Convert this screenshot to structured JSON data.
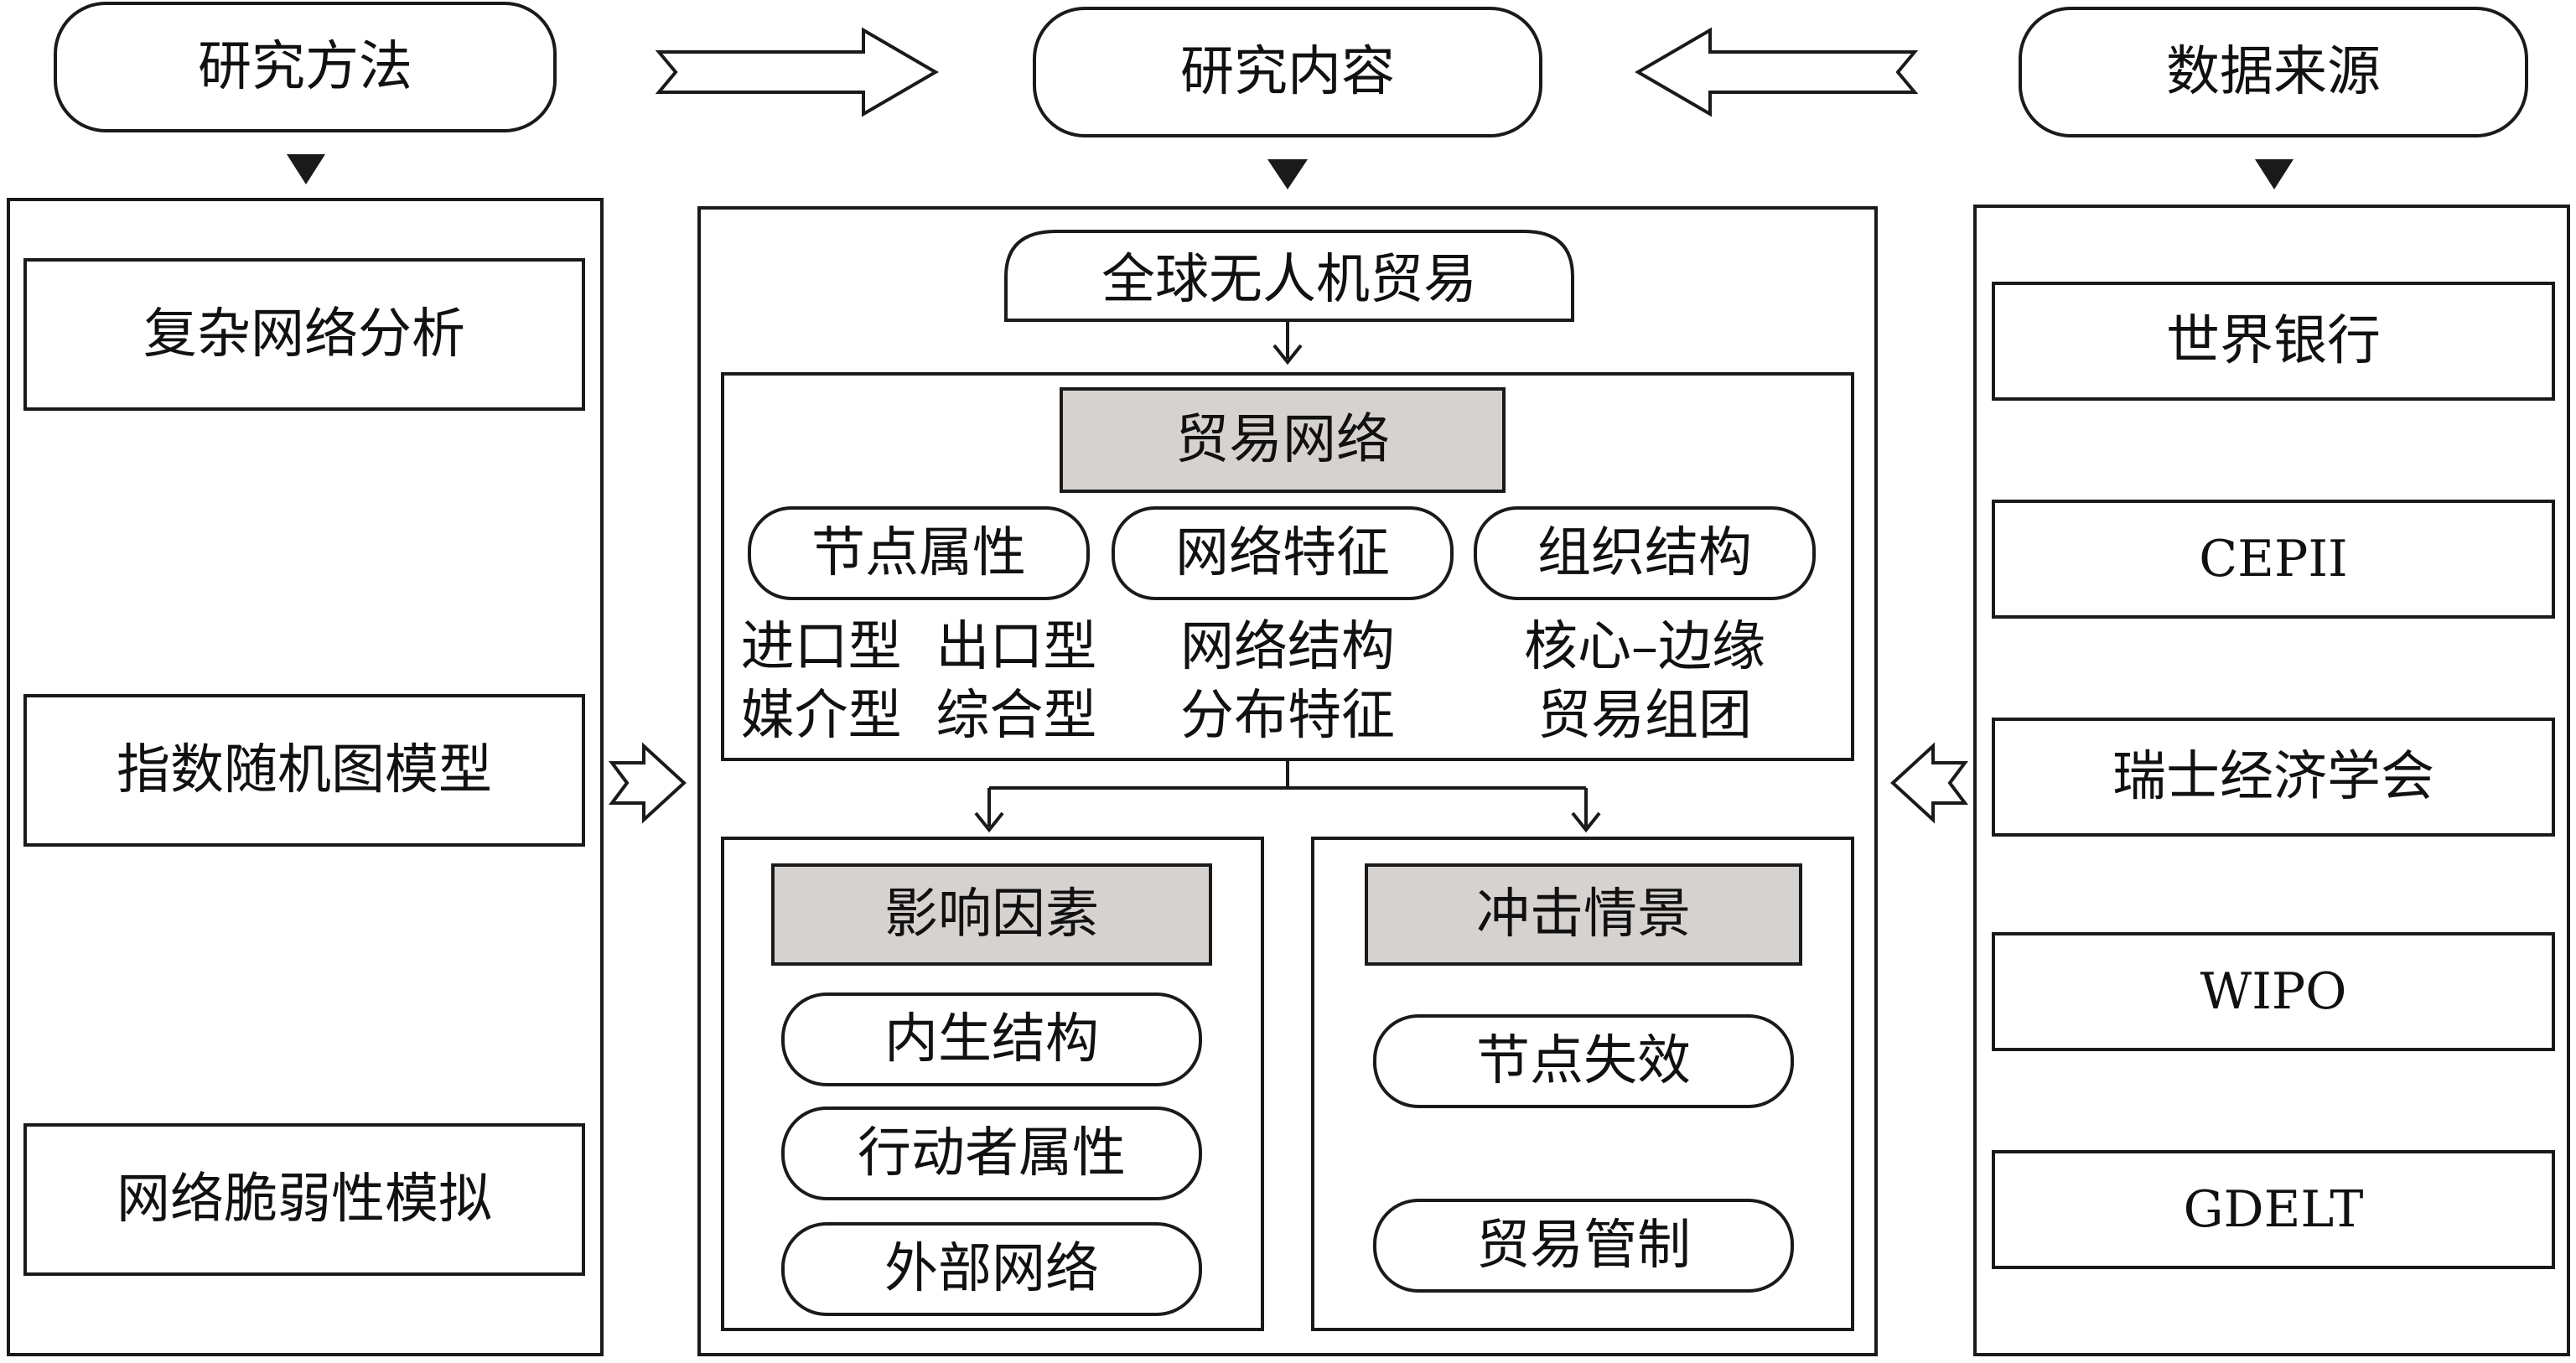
{
  "headers": {
    "methods": "研究方法",
    "content": "研究内容",
    "sources": "数据来源"
  },
  "methods": {
    "items": [
      "复杂网络分析",
      "指数随机图模型",
      "网络脆弱性模拟"
    ]
  },
  "content": {
    "topic": "全球无人机贸易",
    "network": {
      "title": "贸易网络",
      "categories": [
        "节点属性",
        "网络特征",
        "组织结构"
      ],
      "details": {
        "node_line1": "进口型  出口型",
        "node_line2": "媒介型  综合型",
        "feature_line1": "网络结构",
        "feature_line2": "分布特征",
        "org_line1": "核心–边缘",
        "org_line2": "贸易组团"
      }
    },
    "factors": {
      "title": "影响因素",
      "items": [
        "内生结构",
        "行动者属性",
        "外部网络"
      ]
    },
    "shocks": {
      "title": "冲击情景",
      "items": [
        "节点失效",
        "贸易管制"
      ]
    }
  },
  "sources": {
    "items": [
      "世界银行",
      "CEPII",
      "瑞士经济学会",
      "WIPO",
      "GDELT"
    ]
  }
}
